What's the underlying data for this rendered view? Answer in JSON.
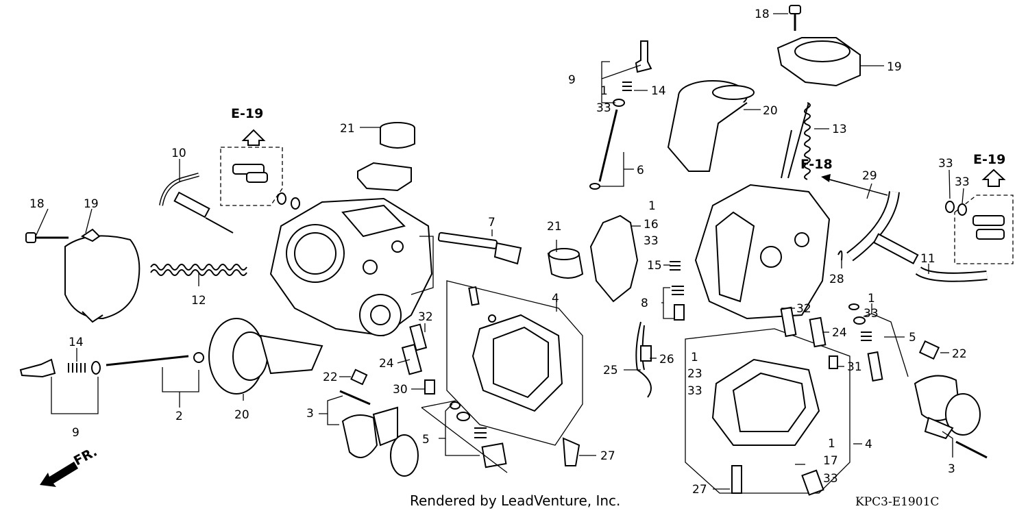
{
  "diagram": {
    "credit": "Rendered by LeadVenture, Inc.",
    "drawing_code": "KPC3-E1901C",
    "front_marker": "FR.",
    "references": [
      "E-19",
      "E-19",
      "F-18"
    ],
    "labels": [
      "18",
      "19",
      "10",
      "12",
      "14",
      "9",
      "2",
      "20",
      "21",
      "7",
      "22",
      "3",
      "32",
      "24",
      "30",
      "5",
      "4",
      "27",
      "9",
      "1",
      "33",
      "14",
      "6",
      "20",
      "18",
      "19",
      "13",
      "21",
      "1",
      "16",
      "33",
      "15",
      "8",
      "25",
      "26",
      "1",
      "23",
      "33",
      "32",
      "24",
      "31",
      "27",
      "1",
      "17",
      "33",
      "4",
      "28",
      "29",
      "11",
      "33",
      "33",
      "1",
      "33",
      "5",
      "22",
      "3"
    ]
  }
}
